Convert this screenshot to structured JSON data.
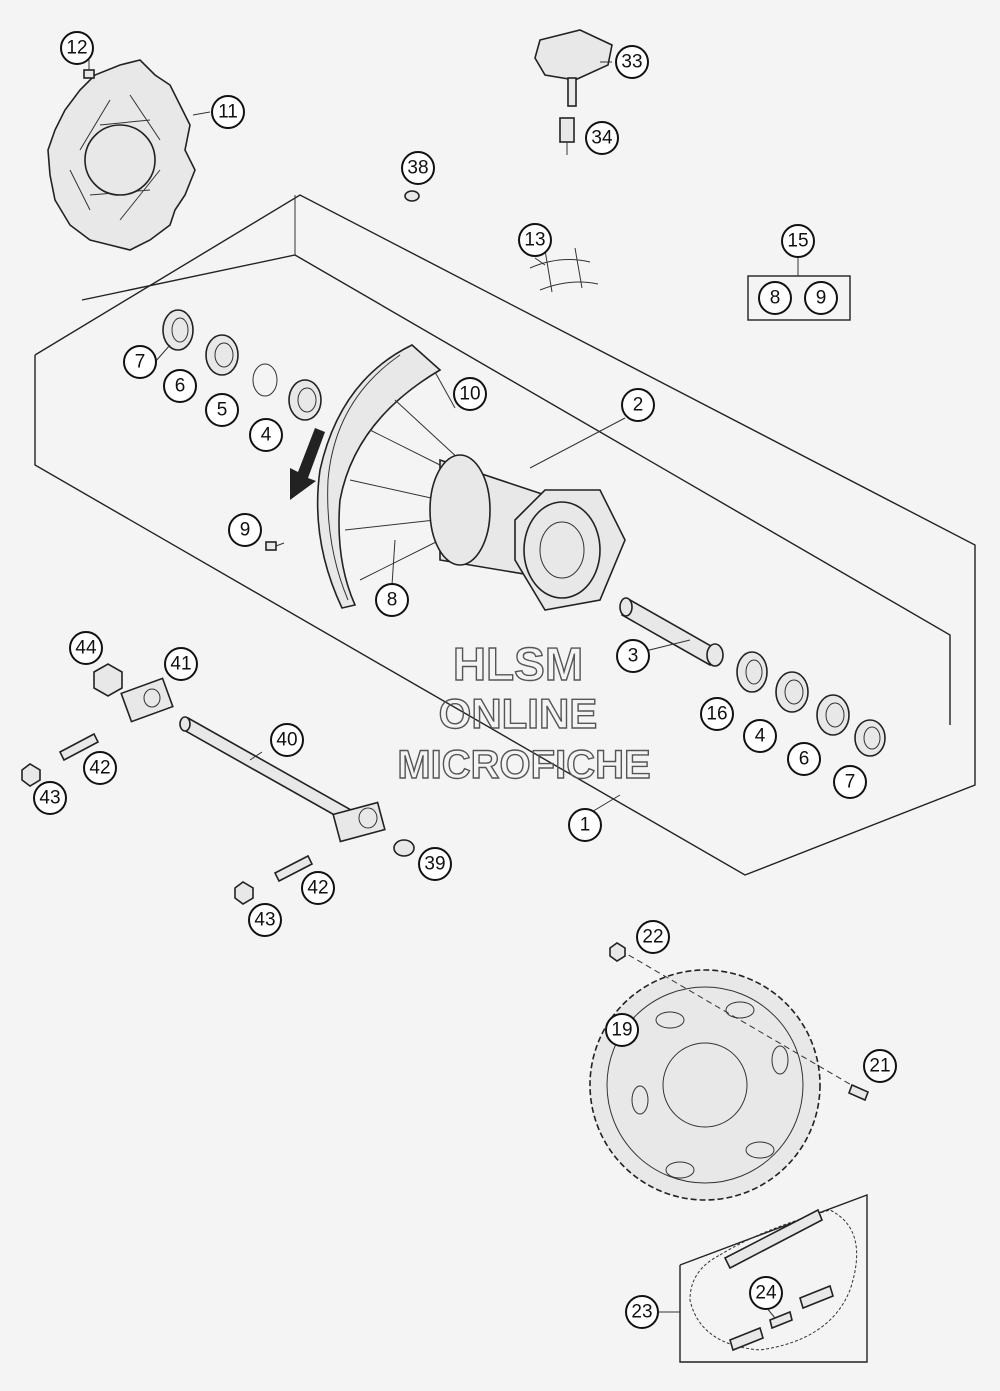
{
  "watermark": {
    "line1": "HLSM",
    "line2": "ONLINE",
    "line3": "MICROFICHE"
  },
  "callouts": [
    {
      "id": "c12",
      "label": "12"
    },
    {
      "id": "c11",
      "label": "11"
    },
    {
      "id": "c33",
      "label": "33"
    },
    {
      "id": "c34",
      "label": "34"
    },
    {
      "id": "c38",
      "label": "38"
    },
    {
      "id": "c13",
      "label": "13"
    },
    {
      "id": "c15",
      "label": "15"
    },
    {
      "id": "c15a",
      "label": "8"
    },
    {
      "id": "c15b",
      "label": "9"
    },
    {
      "id": "c7a",
      "label": "7"
    },
    {
      "id": "c6a",
      "label": "6"
    },
    {
      "id": "c5",
      "label": "5"
    },
    {
      "id": "c4a",
      "label": "4"
    },
    {
      "id": "c10",
      "label": "10"
    },
    {
      "id": "c2",
      "label": "2"
    },
    {
      "id": "c9",
      "label": "9"
    },
    {
      "id": "c8",
      "label": "8"
    },
    {
      "id": "c3",
      "label": "3"
    },
    {
      "id": "c16",
      "label": "16"
    },
    {
      "id": "c4b",
      "label": "4"
    },
    {
      "id": "c6b",
      "label": "6"
    },
    {
      "id": "c7b",
      "label": "7"
    },
    {
      "id": "c1",
      "label": "1"
    },
    {
      "id": "c44",
      "label": "44"
    },
    {
      "id": "c41",
      "label": "41"
    },
    {
      "id": "c40",
      "label": "40"
    },
    {
      "id": "c42a",
      "label": "42"
    },
    {
      "id": "c43a",
      "label": "43"
    },
    {
      "id": "c39",
      "label": "39"
    },
    {
      "id": "c42b",
      "label": "42"
    },
    {
      "id": "c43b",
      "label": "43"
    },
    {
      "id": "c22",
      "label": "22"
    },
    {
      "id": "c19",
      "label": "19"
    },
    {
      "id": "c21",
      "label": "21"
    },
    {
      "id": "c24",
      "label": "24"
    },
    {
      "id": "c23",
      "label": "23"
    }
  ]
}
